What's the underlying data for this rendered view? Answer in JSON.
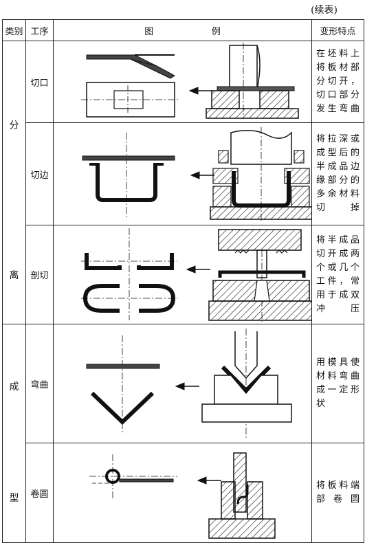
{
  "continued": "(续表)",
  "headers": {
    "category": "类别",
    "process": "工序",
    "figure_left": "图",
    "figure_right": "例",
    "feature": "变形特点"
  },
  "categories": [
    {
      "chars": [
        "分",
        "离"
      ]
    },
    {
      "chars": [
        "成",
        "型"
      ]
    }
  ],
  "rows": [
    {
      "process": "切口",
      "feature": "在坯料上将板材部分切开，切口部分发生弯曲"
    },
    {
      "process": "切边",
      "feature": "将拉深或成型后的半成品边缘部分的多余材料切掉"
    },
    {
      "process": "剖切",
      "feature": "将半成品切开成两个或几个工件，常用于成双冲压"
    },
    {
      "process": "弯曲",
      "feature": "用模具使材料弯曲成一定形状"
    },
    {
      "process": "卷圆",
      "feature": "将板料端部卷圆"
    }
  ]
}
